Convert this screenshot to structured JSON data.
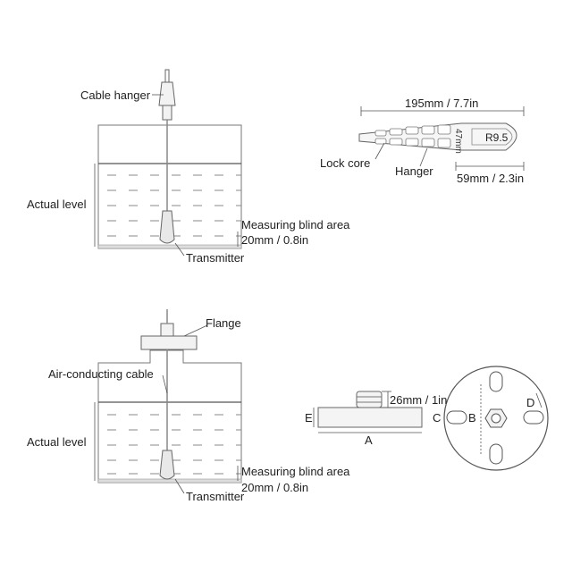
{
  "top_diagram": {
    "cable_hanger": "Cable hanger",
    "actual_level": "Actual level",
    "blind_area": "Measuring blind area",
    "blind_value": "20mm / 0.8in",
    "transmitter": "Transmitter"
  },
  "hanger_detail": {
    "length": "195mm / 7.7in",
    "width_vertical": "47mm",
    "radius": "R9.5",
    "lock_core": "Lock core",
    "hanger": "Hanger",
    "tail": "59mm / 2.3in"
  },
  "bottom_diagram": {
    "flange": "Flange",
    "air_cable": "Air-conducting cable",
    "actual_level": "Actual level",
    "blind_area": "Measuring blind area",
    "blind_value": "20mm / 0.8in",
    "transmitter": "Transmitter"
  },
  "flange_detail": {
    "height": "26mm / 1in",
    "e": "E",
    "a": "A",
    "b": "B",
    "c": "C",
    "d": "D"
  }
}
